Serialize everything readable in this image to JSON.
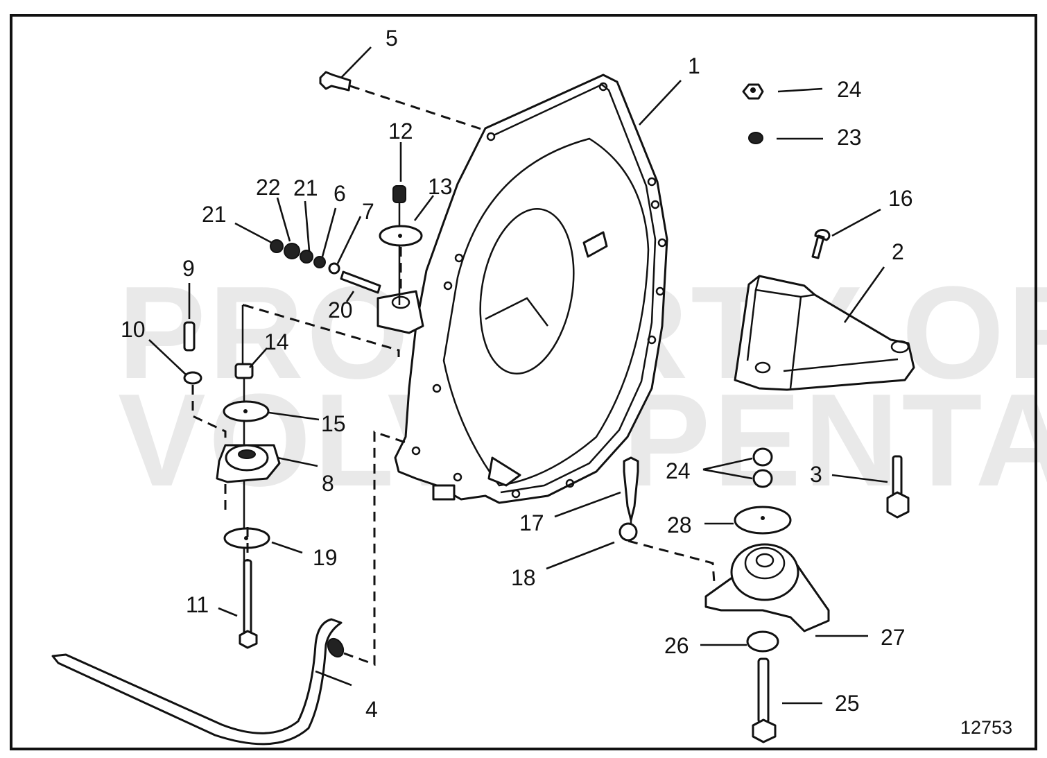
{
  "figure": {
    "number": "12753",
    "watermark_line1": "PROPERTY OF",
    "watermark_line2": "VOLVO PENTA"
  },
  "callouts": {
    "c1": "1",
    "c2": "2",
    "c3": "3",
    "c4": "4",
    "c5": "5",
    "c6": "6",
    "c7": "7",
    "c8": "8",
    "c9": "9",
    "c10": "10",
    "c11": "11",
    "c12": "12",
    "c13": "13",
    "c14": "14",
    "c15": "15",
    "c16": "16",
    "c17": "17",
    "c18": "18",
    "c19": "19",
    "c20": "20",
    "c21a": "21",
    "c21b": "21",
    "c22": "22",
    "c23": "23",
    "c24a": "24",
    "c24b": "24",
    "c25": "25",
    "c26": "26",
    "c27": "27",
    "c28": "28"
  },
  "parts": [
    {
      "ref": "1",
      "name": "flywheel-housing"
    },
    {
      "ref": "2",
      "name": "engine-bracket"
    },
    {
      "ref": "3",
      "name": "bolt"
    },
    {
      "ref": "4",
      "name": "support-bar"
    },
    {
      "ref": "5",
      "name": "bolt"
    },
    {
      "ref": "6",
      "name": "washer"
    },
    {
      "ref": "7",
      "name": "washer"
    },
    {
      "ref": "8",
      "name": "rubber-mount"
    },
    {
      "ref": "9",
      "name": "bolt"
    },
    {
      "ref": "10",
      "name": "washer"
    },
    {
      "ref": "11",
      "name": "bolt"
    },
    {
      "ref": "12",
      "name": "nut"
    },
    {
      "ref": "13",
      "name": "washer"
    },
    {
      "ref": "14",
      "name": "nut"
    },
    {
      "ref": "15",
      "name": "washer"
    },
    {
      "ref": "16",
      "name": "bolt"
    },
    {
      "ref": "17",
      "name": "bolt"
    },
    {
      "ref": "18",
      "name": "washer"
    },
    {
      "ref": "19",
      "name": "washer"
    },
    {
      "ref": "20",
      "name": "stud"
    },
    {
      "ref": "21",
      "name": "nut"
    },
    {
      "ref": "22",
      "name": "washer"
    },
    {
      "ref": "23",
      "name": "washer"
    },
    {
      "ref": "24",
      "name": "nut"
    },
    {
      "ref": "25",
      "name": "bolt"
    },
    {
      "ref": "26",
      "name": "washer"
    },
    {
      "ref": "27",
      "name": "rubber-mount"
    },
    {
      "ref": "28",
      "name": "washer"
    }
  ]
}
